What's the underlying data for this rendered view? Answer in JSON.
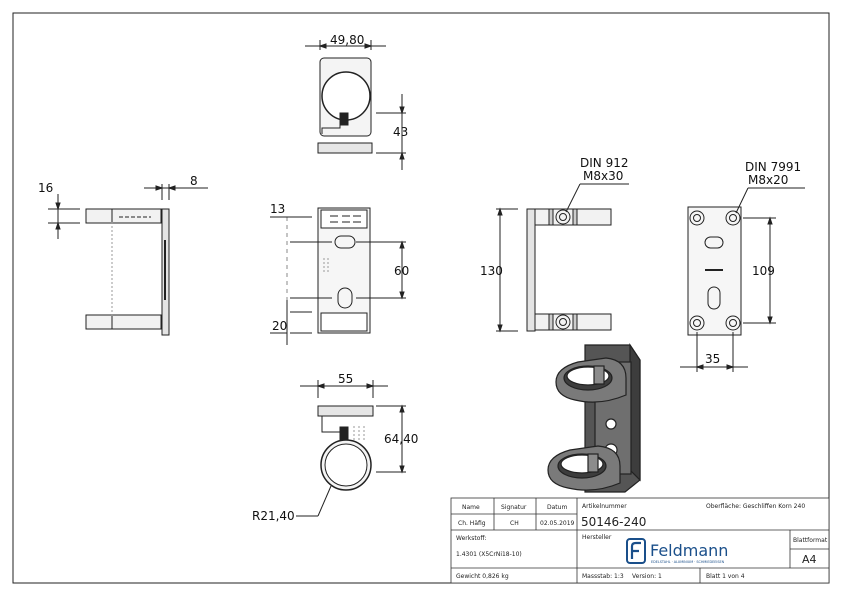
{
  "drawing": {
    "top_view": {
      "width_dim": "49,80",
      "height_dim": "43"
    },
    "left_view": {
      "dim_a": "16",
      "dim_b": "8"
    },
    "front_view": {
      "dim_a": "13",
      "dim_b": "60",
      "dim_c": "20"
    },
    "bottom_view": {
      "width_dim": "55",
      "height_dim": "64,40",
      "radius_dim": "R21,40"
    },
    "side_view": {
      "height_dim": "130",
      "screw_std": "DIN 912",
      "screw_size": "M8x30"
    },
    "back_view": {
      "height_dim": "109",
      "width_dim": "35",
      "washer_std": "DIN 7991",
      "washer_size": "M8x20"
    }
  },
  "title_block": {
    "h_name": "Name",
    "h_signatur": "Signatur",
    "h_datum": "Datum",
    "name": "Ch. Häfig",
    "signatur": "CH",
    "datum": "02.05.2019",
    "werkstoff_label": "Werkstoff:",
    "werkstoff": "1.4301 (X5CrNi18-10)",
    "gewicht": "Gewicht 0,826 kg",
    "artikel_label": "Artikelnummer",
    "artikel": "50146-240",
    "oberflaeche": "Oberfläche: Geschliffen Korn 240",
    "hersteller_label": "Hersteller",
    "logo_name": "Feldmann",
    "logo_tagline": "EDELSTAHL · ALUMINIUM · SCHMIEDEEISEN",
    "blattformat_label": "Blattformat",
    "blattformat": "A4",
    "massstab": "Massstab: 1:3",
    "version": "Version: 1",
    "blatt": "Blatt 1 von 4"
  }
}
